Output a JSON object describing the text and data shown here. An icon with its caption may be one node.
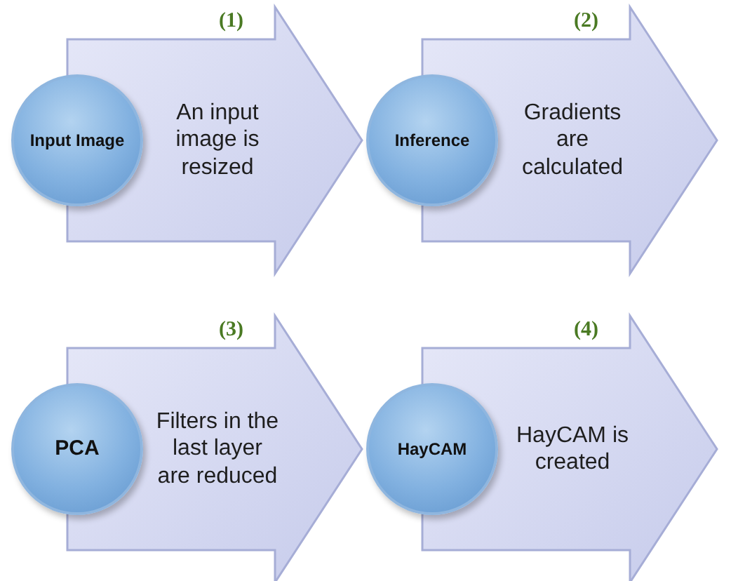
{
  "diagram": {
    "nodes": [
      {
        "text": [
          "Input Image"
        ]
      },
      {
        "text": [
          "An input image is resized"
        ],
        "beside": [
          "(1)"
        ]
      },
      {
        "text": [
          "Inference"
        ]
      },
      {
        "text": [
          "Gradients are calculated"
        ],
        "beside": [
          "(2)"
        ]
      },
      {
        "text": [
          "PCA"
        ]
      },
      {
        "text": [
          "Filters in the last layer are reduced"
        ],
        "beside": [
          "(3)"
        ]
      },
      {
        "text": [
          "HayCAM"
        ]
      },
      {
        "text": [
          "HayCAM is created"
        ],
        "beside": [
          "(4)"
        ]
      }
    ]
  }
}
